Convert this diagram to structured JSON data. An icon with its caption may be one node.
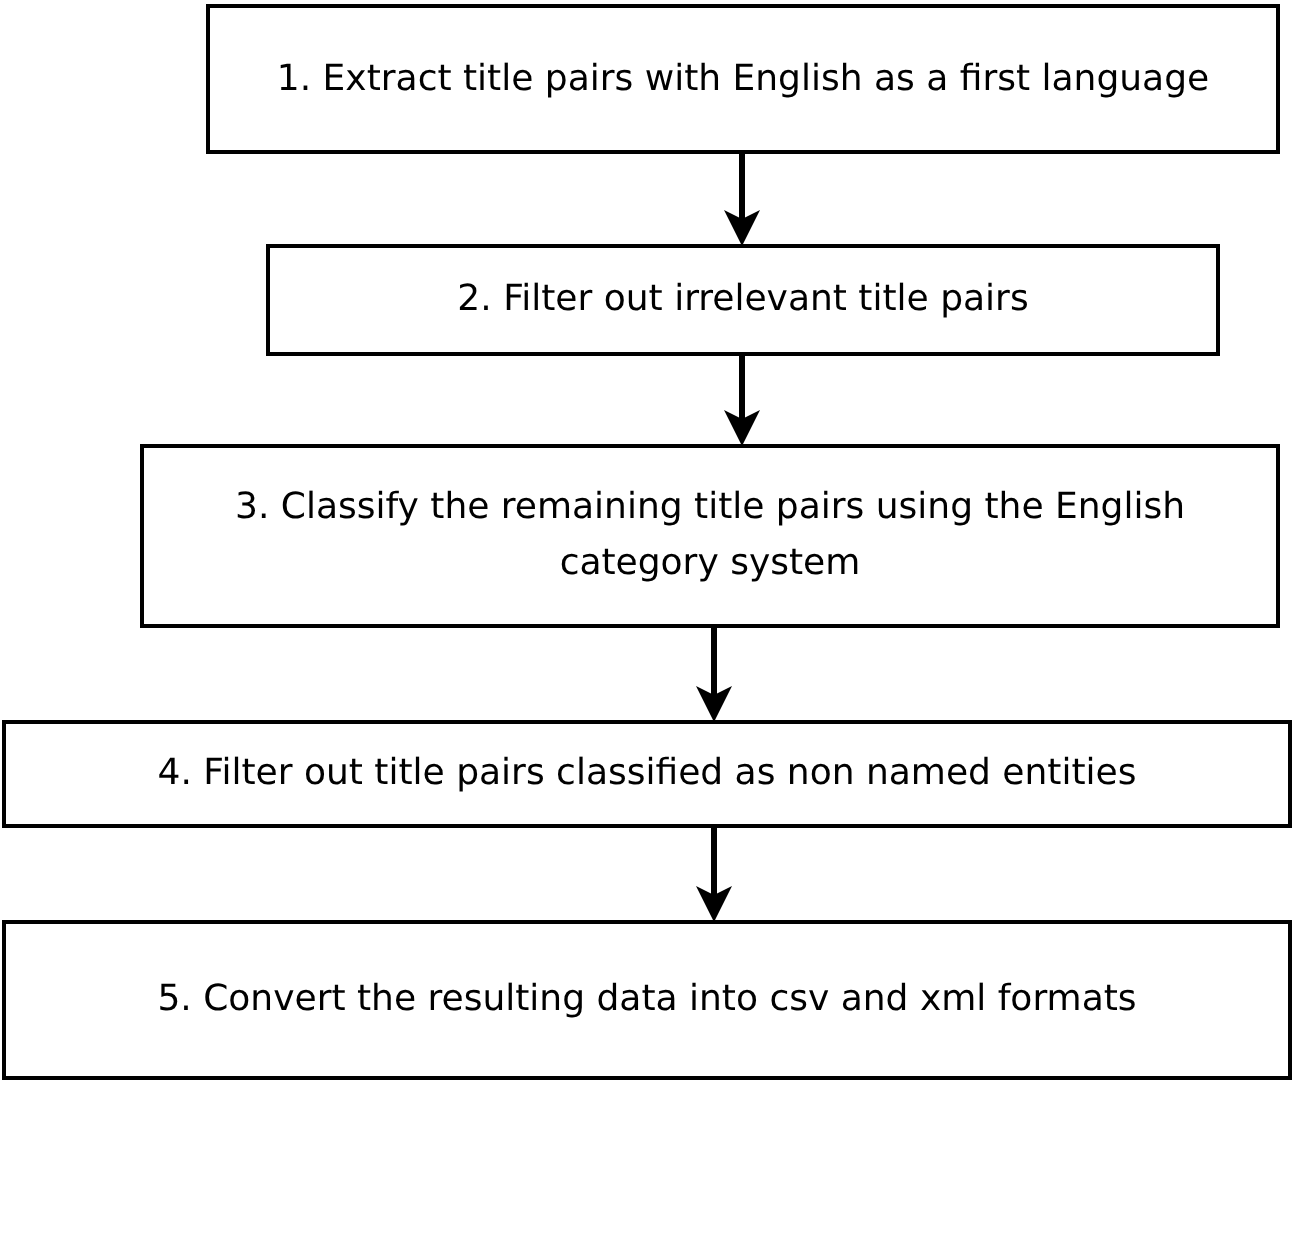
{
  "diagram": {
    "nodes": [
      {
        "text": [
          "1. Extract title pairs with English as a first language"
        ]
      },
      {
        "text": [
          "2. Filter out irrelevant title pairs"
        ]
      },
      {
        "text": [
          "3. Classify the remaining title pairs using the English category system"
        ]
      },
      {
        "text": [
          "4. Filter out title pairs classified as non named entities"
        ]
      },
      {
        "text": [
          "5. Convert the resulting data into csv and xml formats"
        ]
      }
    ],
    "edges": [
      {
        "from": 0,
        "to": 1,
        "arrow": "to"
      },
      {
        "from": 1,
        "to": 2,
        "arrow": "to"
      },
      {
        "from": 2,
        "to": 3,
        "arrow": "to"
      },
      {
        "from": 3,
        "to": 4,
        "arrow": "to"
      }
    ]
  }
}
